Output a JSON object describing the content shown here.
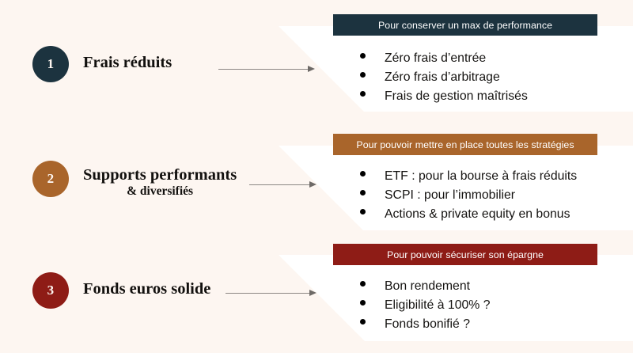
{
  "theme": {
    "background": "#FDF6F1",
    "panel_background": "#FFFFFF",
    "text_color": "#151311",
    "arrow_color": "#8C8784"
  },
  "rows": [
    {
      "number": "1",
      "accent": "#1C333F",
      "title": "Frais réduits",
      "subtitle": "",
      "header": "Pour conserver un max de performance",
      "bullets": [
        "Zéro frais d’entrée",
        "Zéro frais d’arbitrage",
        "Frais de gestion maîtrisés"
      ]
    },
    {
      "number": "2",
      "accent": "#A9652B",
      "title": "Supports performants",
      "subtitle": "& diversifiés",
      "header": "Pour pouvoir mettre en place toutes les stratégies",
      "bullets": [
        "ETF : pour la bourse à frais réduits",
        "SCPI : pour l’immobilier",
        "Actions & private equity en bonus"
      ]
    },
    {
      "number": "3",
      "accent": "#8E1C16",
      "title": "Fonds euros solide",
      "subtitle": "",
      "header": "Pour pouvoir sécuriser son épargne",
      "bullets": [
        "Bon rendement",
        "Eligibilité à 100% ?",
        "Fonds bonifié ?"
      ]
    }
  ]
}
